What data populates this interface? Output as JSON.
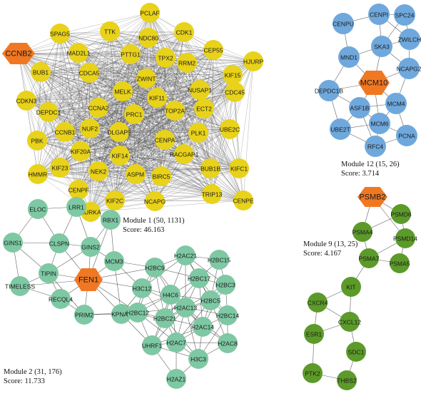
{
  "colors": {
    "module1": "#e8d21a",
    "module2": "#7ec8a4",
    "module12": "#6fa8dc",
    "module9": "#5c9a2a",
    "hub": "#f07823",
    "edge": "#3a3a3a"
  },
  "modules": [
    {
      "id": "module1",
      "title": "Module 1 (50, 1131)",
      "score": "Score: 46.163",
      "hubs": [
        "CCNB2"
      ],
      "nodes": [
        "PCLAF",
        "SPAG5",
        "TTK",
        "CDK1",
        "NDC80",
        "MAD2L1",
        "CEP55",
        "PTTG1",
        "TPX2",
        "RRM2",
        "HJURP",
        "CDCA5",
        "BUB1",
        "ZWINT",
        "NUSAP1",
        "KIF15",
        "CDC45",
        "CDKN3",
        "MELK",
        "KIF11",
        "DEPDC1",
        "CCNA2",
        "PRC1",
        "ECT2",
        "TOP2A",
        "NUF2",
        "UBE2C",
        "CCNB1",
        "PLK1",
        "PBK",
        "DLGAP5",
        "CENPA",
        "KIF20A",
        "RACGAP1",
        "KIF14",
        "KIF23",
        "NEK2",
        "BUB1B",
        "KIFC1",
        "HMMR",
        "ASPM",
        "BIRC5",
        "CENPF",
        "TRIP13",
        "NCAPG",
        "KIF2C",
        "CENPE",
        "AURKA"
      ]
    },
    {
      "id": "module12",
      "title": "Module 12 (15, 26)",
      "score": "Score: 3.714",
      "hubs": [
        "MCM10"
      ],
      "nodes": [
        "CENPI",
        "SPC24",
        "CENPU",
        "ZWILCH",
        "SKA3",
        "MND1",
        "NCAPG2",
        "MCM4",
        "DEPDC1B",
        "ASF1B",
        "MCM6",
        "UBE2T",
        "PCNA",
        "RFC4"
      ]
    },
    {
      "id": "module9",
      "title": "Module 9 (13, 25)",
      "score": "Score: 4.167",
      "hubs": [
        "PSMB2"
      ],
      "nodes": [
        "PSMD6",
        "PSMA4",
        "PSMD14",
        "PSMA7",
        "PSMA5",
        "KIT",
        "CXCR4",
        "CXCL12",
        "ESR1",
        "SDC1",
        "PTK2",
        "THBS2"
      ]
    },
    {
      "id": "module2",
      "title": "Module 2 (31, 176)",
      "score": "Score: 11.733",
      "hubs": [
        "FEN1"
      ],
      "nodes": [
        "LRR1",
        "ELOC",
        "RBX1",
        "GINS1",
        "CLSPN",
        "GINS2",
        "MCM3",
        "TIPIN",
        "TIMELESS",
        "RECQL4",
        "PRIM2",
        "KPNA2",
        "H2AC21",
        "H2BC15",
        "H2BC9",
        "H2BC17",
        "H2BC3",
        "H3C12",
        "H4C6",
        "H2BC5",
        "H2AC13",
        "H2BC14",
        "H2BC12",
        "H2BC21",
        "H2AC14",
        "H2AC7",
        "H2AC8",
        "UHRF1",
        "H3C3",
        "H2AZ1"
      ]
    }
  ]
}
